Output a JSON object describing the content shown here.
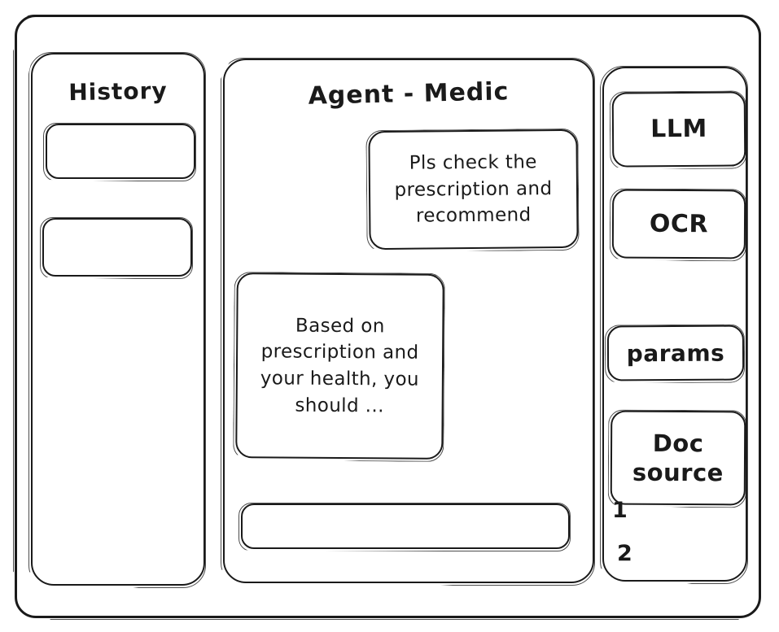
{
  "app": {
    "frame_label": "app-window",
    "style": "hand-drawn wireframe",
    "stroke_color": "#1a1a1a",
    "background_color": "#ffffff"
  },
  "sidebar": {
    "title": "History",
    "items": [
      {
        "label": "",
        "name": "history-item-1"
      },
      {
        "label": "",
        "name": "history-item-2"
      }
    ]
  },
  "main": {
    "title": "Agent - Medic",
    "messages": [
      {
        "role": "user",
        "text": "Pls check the prescription and recommend"
      },
      {
        "role": "assistant",
        "text": "Based on prescription and your health, you should ..."
      }
    ],
    "composer": {
      "value": "",
      "placeholder": ""
    }
  },
  "tools": {
    "buttons": [
      {
        "label": "LLM",
        "name": "tool-llm"
      },
      {
        "label": "OCR",
        "name": "tool-ocr"
      },
      {
        "label": "params",
        "name": "tool-params"
      },
      {
        "label": "Doc source",
        "name": "tool-doc-source"
      }
    ],
    "sources": [
      {
        "label": "1"
      },
      {
        "label": "2"
      }
    ]
  }
}
